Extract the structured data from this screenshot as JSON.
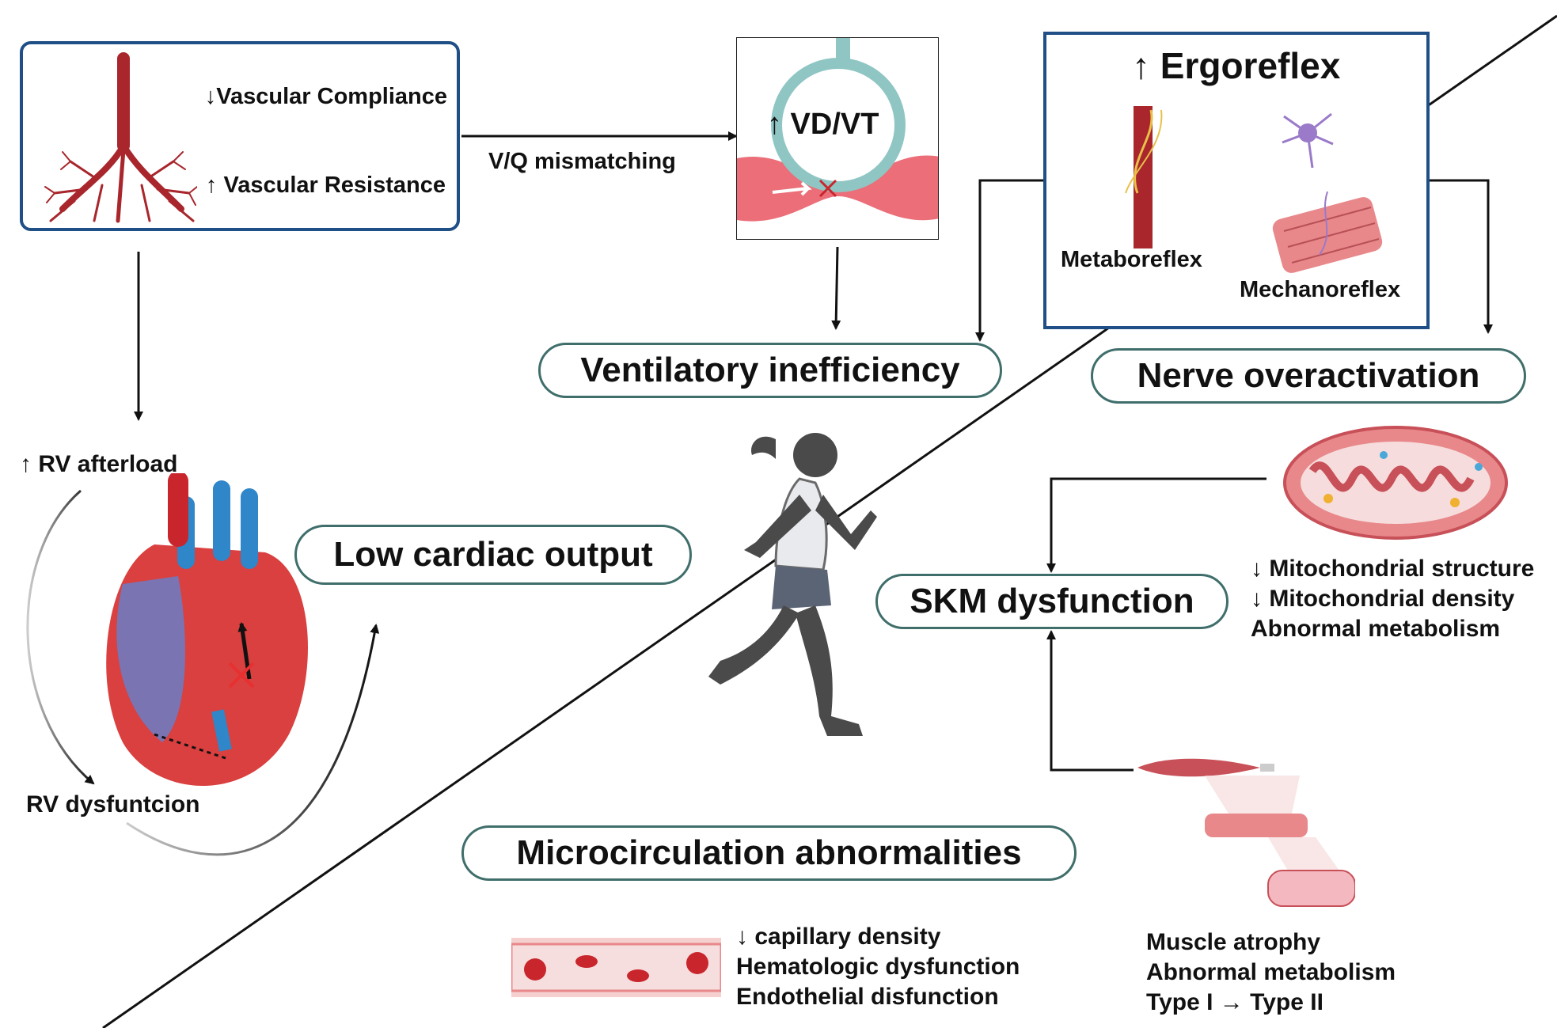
{
  "pulmonary_box": {
    "compliance": "↓Vascular Compliance",
    "resistance": "↑ Vascular Resistance"
  },
  "vq_label": "V/Q mismatching",
  "vdvt_label": "↑ VD/VT",
  "ergoreflex": {
    "title": "↑ Ergoreflex",
    "metaboreflex": "Metaboreflex",
    "mechanoreflex": "Mechanoreflex"
  },
  "nodes": {
    "ventilatory": "Ventilatory inefficiency",
    "nerve": "Nerve overactivation",
    "low_cardiac": "Low cardiac output",
    "skm": "SKM dysfunction",
    "microcirculation": "Microcirculation abnormalities"
  },
  "heart": {
    "rv_afterload": "↑ RV afterload",
    "rv_dysfunction": "RV dysfuntcion"
  },
  "mito_lines": [
    "↓ Mitochondrial structure",
    "↓ Mitochondrial density",
    "Abnormal metabolism"
  ],
  "capillary_lines": [
    "↓ capillary density",
    "Hematologic dysfunction",
    "Endothelial disfunction"
  ],
  "muscle_lines": [
    "Muscle atrophy",
    "Abnormal metabolism",
    "Type I → Type II"
  ],
  "colors": {
    "box_border": "#1f4f86",
    "pill_border": "#3f6e6b",
    "vessel_red": "#a8262c",
    "heart_red": "#d9403f",
    "heart_blue": "#2f86c8",
    "muscle_pink": "#e8888a",
    "alveolus_teal": "#8fc6c4",
    "neuron_purple": "#9a7ac9"
  },
  "icons": [
    "pulmonary-vessel-tree-icon",
    "alveolus-icon",
    "artery-nerve-icon",
    "neuron-icon",
    "muscle-fiber-bundle-icon",
    "heart-icon",
    "runner-icon",
    "mitochondrion-icon",
    "capillary-icon",
    "muscle-icon"
  ]
}
